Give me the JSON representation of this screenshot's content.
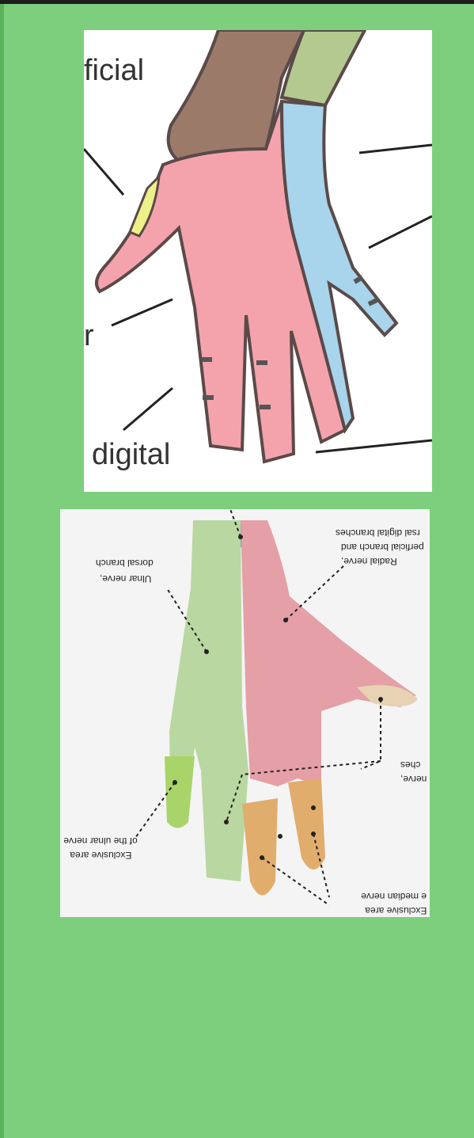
{
  "colors": {
    "background": "#7dcf7d",
    "ulnar_region": "#f4a3ac",
    "radial_region": "#a8d4ec",
    "forearm_brown": "#9b7a6a",
    "forearm_green": "#b4c98f",
    "thumb_yellow": "#eef08a"
  },
  "diagram1": {
    "label_top": "ficial",
    "label_mid": "r",
    "label_bottom": "digital"
  },
  "diagram2": {
    "labels": {
      "ulnar_dorsal_1": "Ulnar nerve,",
      "ulnar_dorsal_2": "dorsal branch",
      "radial_1": "Radial nerve,",
      "radial_2": "perficial branch and",
      "radial_3": "rsal digital branches",
      "median_1": "nerve,",
      "median_2": "ches",
      "exclusive_ulnar_1": "Exclusive area",
      "exclusive_ulnar_2": "of the ulnar nerve",
      "exclusive_median_1": "Exclusive area",
      "exclusive_median_2": "e median nerve"
    }
  }
}
